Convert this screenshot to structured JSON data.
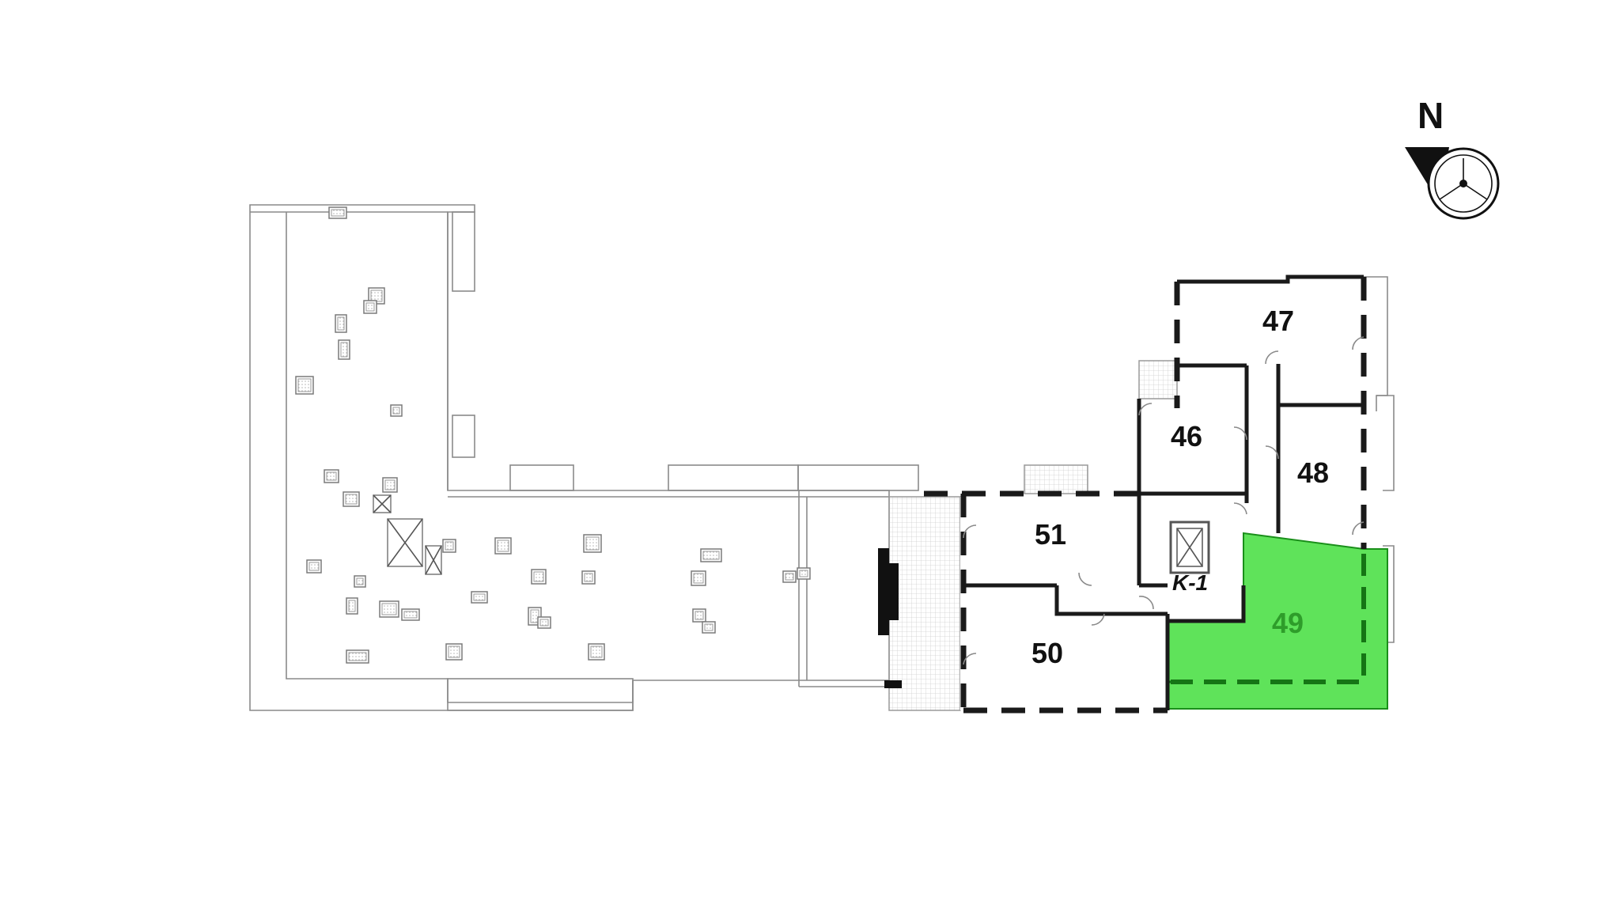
{
  "compass": {
    "label": "N"
  },
  "units": [
    {
      "id": "47",
      "label": "47",
      "selected": false
    },
    {
      "id": "46",
      "label": "46",
      "selected": false
    },
    {
      "id": "48",
      "label": "48",
      "selected": false
    },
    {
      "id": "51",
      "label": "51",
      "selected": false
    },
    {
      "id": "k1",
      "label": "K-1",
      "selected": false
    },
    {
      "id": "49",
      "label": "49",
      "selected": true
    },
    {
      "id": "50",
      "label": "50",
      "selected": false
    }
  ],
  "colors": {
    "selected_fill": "#5fe35a",
    "selected_label": "#2e9d2a",
    "wall": "#1a1a1a",
    "outline": "#8a8a8a"
  }
}
